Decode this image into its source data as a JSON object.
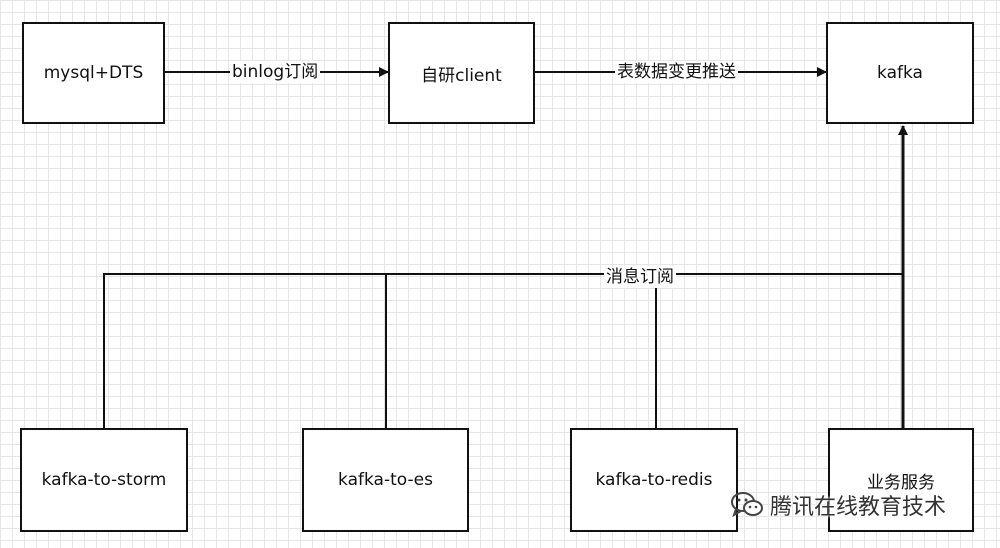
{
  "nodes": {
    "mysql": "mysql+DTS",
    "client": "自研client",
    "kafka": "kafka",
    "storm": "kafka-to-storm",
    "es": "kafka-to-es",
    "redis": "kafka-to-redis",
    "biz": "业务服务"
  },
  "edges": {
    "binlog": "binlog订阅",
    "push": "表数据变更推送",
    "subscribe": "消息订阅"
  },
  "watermark": "腾讯在线教育技术",
  "icons": {
    "watermark_logo": "wechat-icon"
  }
}
